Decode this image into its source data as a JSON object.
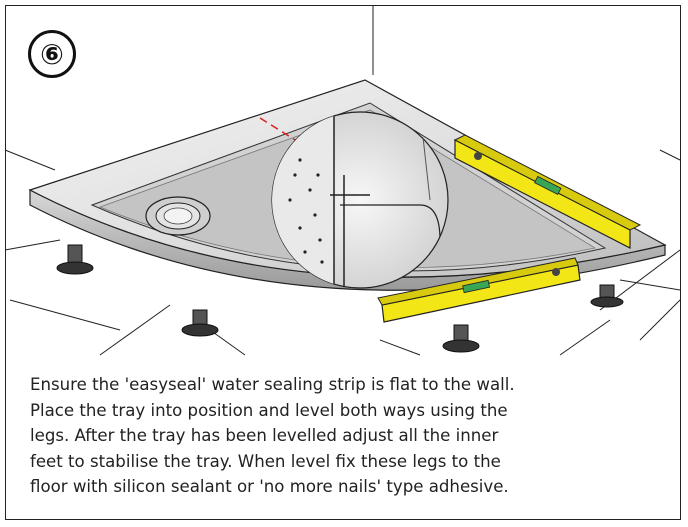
{
  "step": {
    "number": "⑥"
  },
  "instructions": {
    "lines": [
      "Ensure the 'easyseal' water sealing strip is flat to the wall.",
      "Place the tray into position and level both ways using the",
      "legs. After the tray has been levelled adjust all the inner",
      "feet to stabilise the tray. When level fix these legs to the",
      "floor with silicon sealant or 'no more nails' type adhesive."
    ]
  },
  "illustration": {
    "subject": "quadrant-shower-tray-with-spirit-levels",
    "colors": {
      "tray": "#e6e6e6",
      "tray_shadow": "#bdbdbd",
      "spirit_level": "#f2e617",
      "outline": "#222222",
      "bubble": "#3aa655",
      "seal_line": "#d62020"
    }
  }
}
